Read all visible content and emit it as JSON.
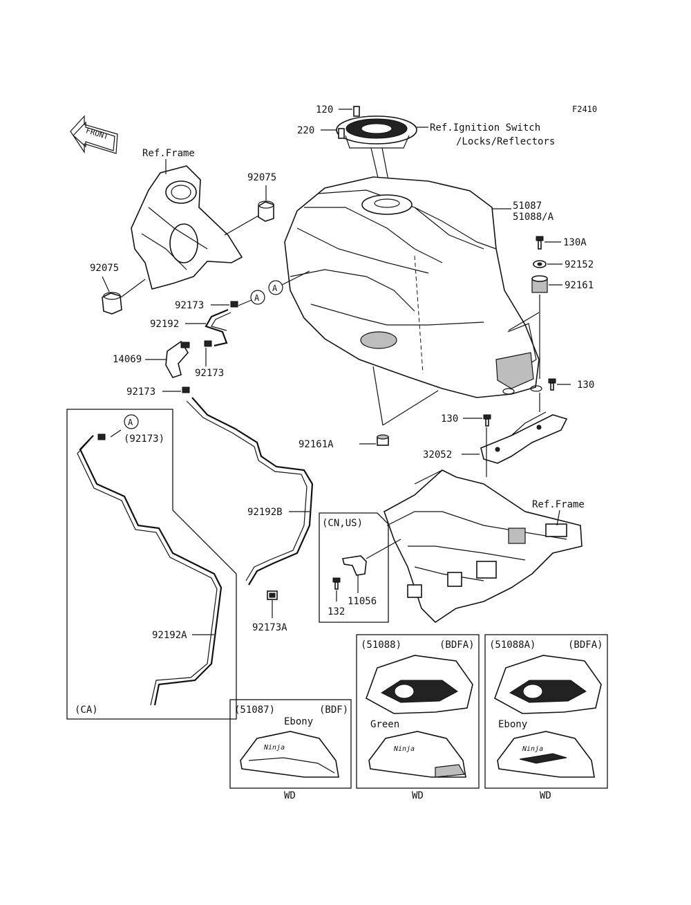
{
  "figure_code": "F2410",
  "front_arrow_label": "FRONT",
  "labels": {
    "p120": "120",
    "p220": "220",
    "ref_ignition_1": "Ref.Ignition Switch",
    "ref_ignition_2": "/Locks/Reflectors",
    "ref_frame_top": "Ref.Frame",
    "p92075_top": "92075",
    "p92075_left": "92075",
    "p51087": "51087",
    "p51088": "51088/A",
    "p130A": "130A",
    "p92152": "92152",
    "p92161": "92161",
    "p92173_a": "92173",
    "p92192": "92192",
    "p14069": "14069",
    "p92173_b": "92173",
    "p92173_c": "92173",
    "circle_a1": "A",
    "circle_a2": "A",
    "circle_a3": "A",
    "p92173_paren": "(92173)",
    "p92161A": "92161A",
    "p130_right": "130",
    "p130_mid": "130",
    "p32052": "32052",
    "ref_frame_right": "Ref.Frame",
    "p92192B": "92192B",
    "cn_us": "(CN,US)",
    "p11056": "11056",
    "p132": "132",
    "p92173A": "92173A",
    "p92192A": "92192A",
    "ca": "(CA)"
  },
  "variants": [
    {
      "part": "(51087)",
      "code": "(BDF)",
      "color": "Ebony",
      "wd": "WD"
    },
    {
      "part": "(51088)",
      "code": "(BDFA)",
      "color": "Green",
      "wd": "WD"
    },
    {
      "part": "(51088A)",
      "code": "(BDFA)",
      "color": "Ebony",
      "wd": "WD"
    }
  ]
}
